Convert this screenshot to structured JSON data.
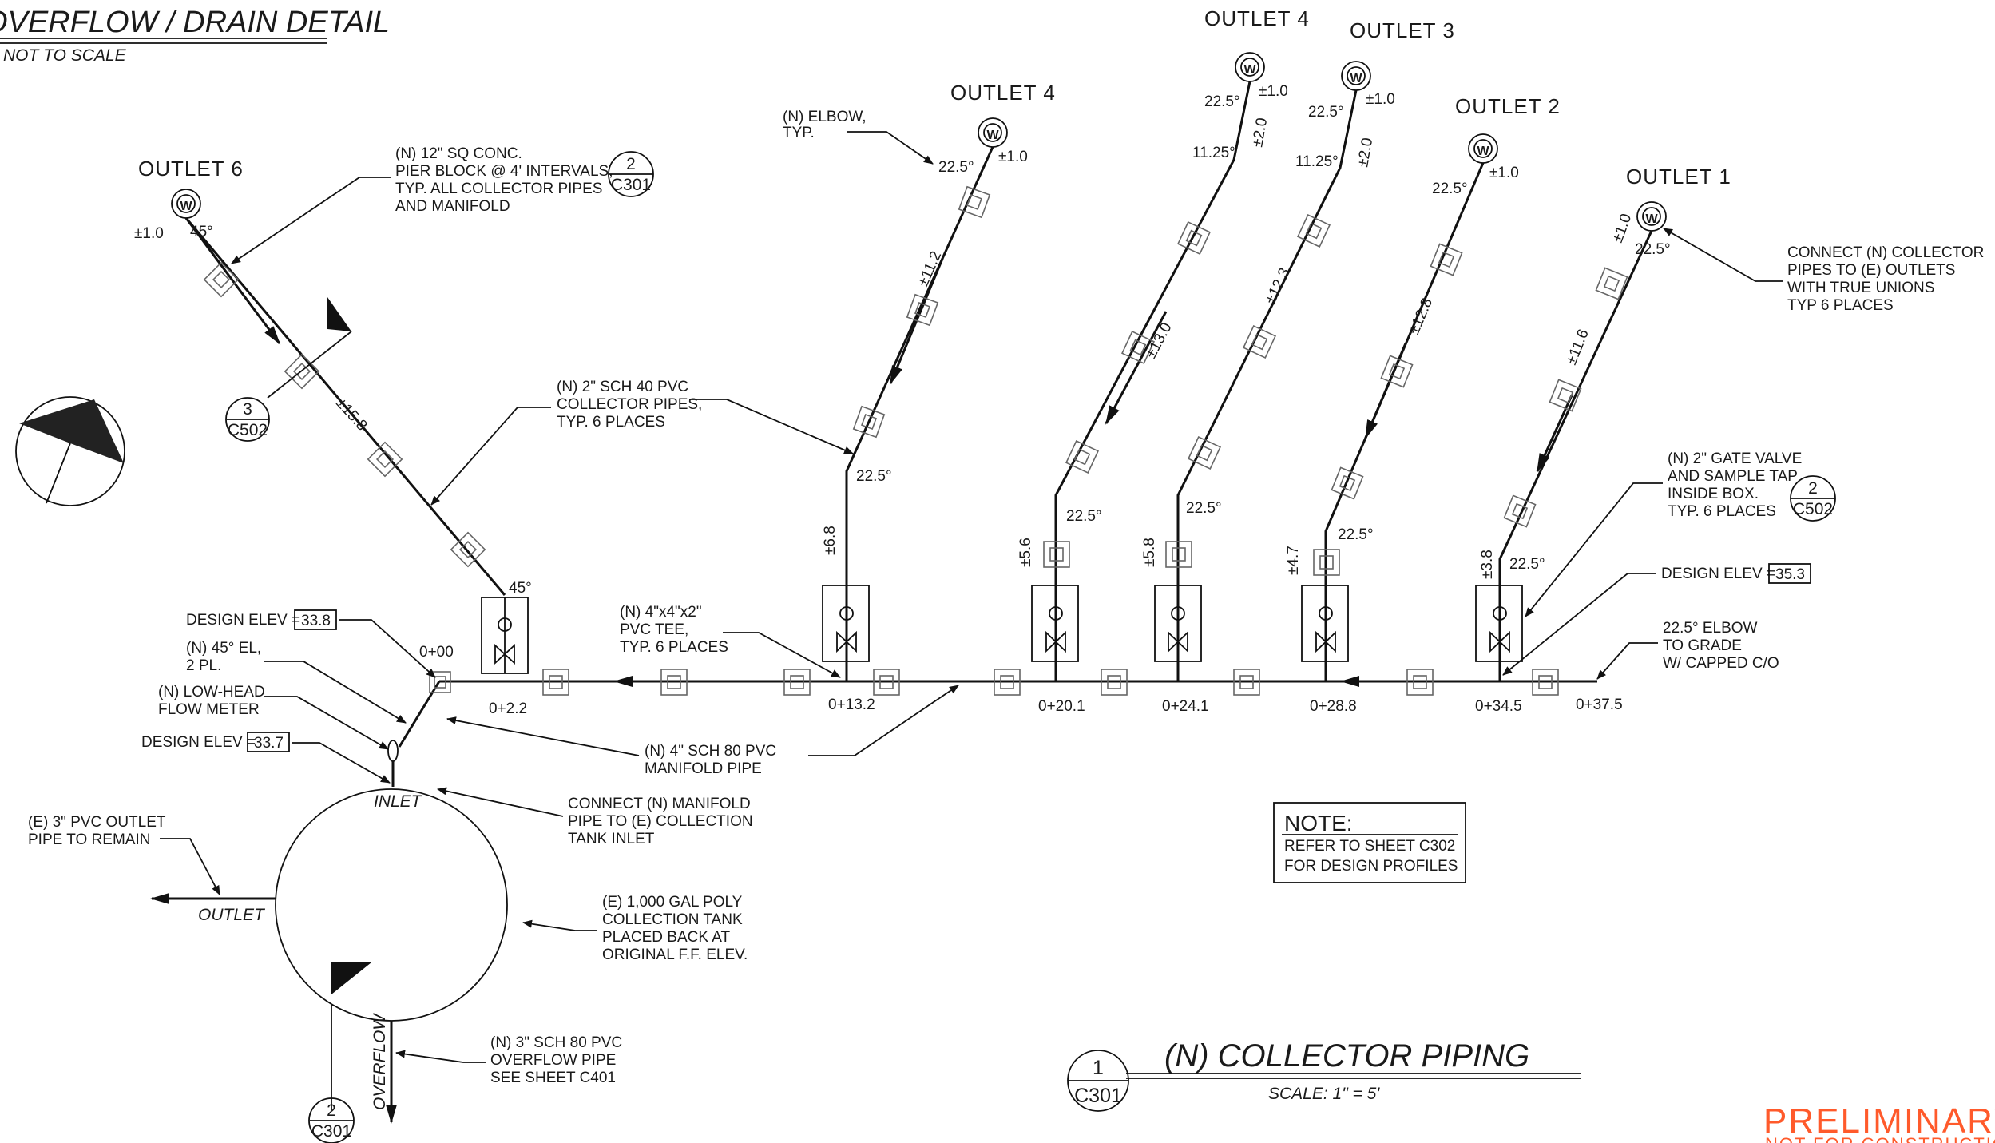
{
  "titles": {
    "overflow_detail": "OVERFLOW / DRAIN DETAIL",
    "not_to_scale": "NOT TO SCALE",
    "main_title": "(N) COLLECTOR PIPING",
    "main_scale": "SCALE: 1\" = 5'",
    "main_ref_num": "1",
    "main_ref_sheet": "C301",
    "stamp": "PRELIMINARY",
    "stamp_sub": "NOT FOR CONSTRUCTION"
  },
  "outlets": {
    "o6": "OUTLET 6",
    "o4a": "OUTLET 4",
    "o4b": "OUTLET 4",
    "o3": "OUTLET 3",
    "o2": "OUTLET 2",
    "o1": "OUTLET 1"
  },
  "angles": {
    "a45": "45°",
    "a225": "22.5°",
    "a1125": "11.25°"
  },
  "tolerances": {
    "pm10": "±1.0",
    "pm20": "±2.0",
    "o6_run": "±15.8",
    "o4a_run": "±11.2",
    "o4b_run": "±13.0",
    "o3_run": "±12.3",
    "o2_run": "±12.8",
    "o1_run": "±11.6",
    "v4a": "±6.8",
    "v4b": "±5.6",
    "v3": "±5.8",
    "v2": "±4.7",
    "v1": "±3.8"
  },
  "stations": [
    "0+00",
    "0+2.2",
    "0+13.2",
    "0+20.1",
    "0+24.1",
    "0+28.8",
    "0+34.5",
    "0+37.5"
  ],
  "callouts": {
    "elbow": [
      "(N) ELBOW,",
      "TYP."
    ],
    "pier": [
      "(N) 12\" SQ CONC.",
      "PIER BLOCK @ 4' INTERVALS,",
      "TYP. ALL COLLECTOR PIPES",
      "AND MANIFOLD"
    ],
    "connect_outlets": [
      "CONNECT (N) COLLECTOR",
      "PIPES TO (E) OUTLETS",
      "WITH TRUE UNIONS",
      "TYP 6 PLACES"
    ],
    "collector_pipes": [
      "(N) 2\" SCH 40 PVC",
      "COLLECTOR PIPES,",
      "TYP. 6 PLACES"
    ],
    "gate_valve": [
      "(N) 2\" GATE VALVE",
      "AND SAMPLE TAP",
      "INSIDE BOX.",
      "TYP. 6 PLACES"
    ],
    "design_elev_label": "DESIGN ELEV =",
    "design_elev_1": "33.8",
    "design_elev_2": "33.7",
    "design_elev_3": "35.3",
    "elbow_45": [
      "(N) 45° EL,",
      "2 PL."
    ],
    "flow_meter": [
      "(N) LOW-HEAD",
      "FLOW METER"
    ],
    "tee": [
      "(N) 4\"x4\"x2\"",
      "PVC TEE,",
      "TYP. 6 PLACES"
    ],
    "elbow_cap": [
      "22.5° ELBOW",
      "TO GRADE",
      "W/ CAPPED C/O"
    ],
    "manifold": [
      "(N) 4\" SCH 80 PVC",
      "MANIFOLD PIPE"
    ],
    "connect_manifold": [
      "CONNECT (N) MANIFOLD",
      "PIPE TO (E) COLLECTION",
      "TANK INLET"
    ],
    "e_outlet": [
      "(E) 3\"  PVC OUTLET",
      "PIPE TO REMAIN"
    ],
    "tank": [
      "(E) 1,000 GAL POLY",
      "COLLECTION TANK",
      "PLACED BACK AT",
      "ORIGINAL F.F. ELEV."
    ],
    "overflow_pipe": [
      "(N) 3\" SCH 80 PVC",
      "OVERFLOW PIPE",
      "SEE SHEET C401"
    ]
  },
  "note": {
    "title": "NOTE:",
    "lines": [
      "REFER TO SHEET C302",
      "FOR DESIGN PROFILES"
    ]
  },
  "tank_labels": {
    "inlet": "INLET",
    "outlet": "OUTLET",
    "overflow": "OVERFLOW"
  },
  "refs": {
    "pier": {
      "num": "2",
      "sheet": "C301"
    },
    "flag_top": {
      "num": "3",
      "sheet": "C502"
    },
    "gate": {
      "num": "2",
      "sheet": "C502"
    },
    "overflow": {
      "num": "2",
      "sheet": "C301"
    }
  }
}
